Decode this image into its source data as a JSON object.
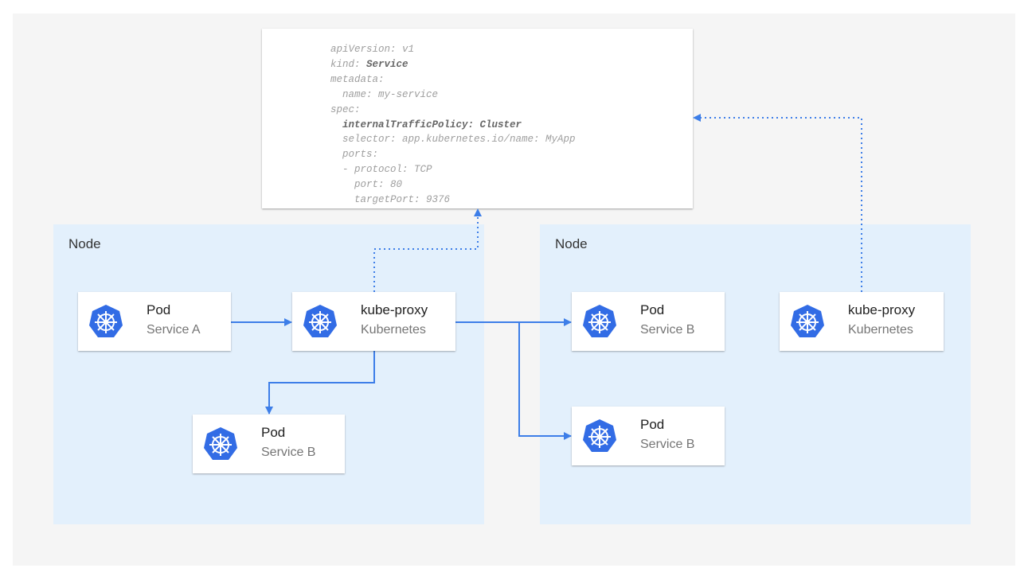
{
  "accent_color": "#3d7ee8",
  "yaml": {
    "lines": [
      {
        "key": "apiVersion:",
        "value": " v1"
      },
      {
        "key": "kind:",
        "value": " Service",
        "bold_value": true
      },
      {
        "key": "metadata:",
        "value": ""
      },
      {
        "key": "  name:",
        "value": " my-service"
      },
      {
        "key": "spec:",
        "value": ""
      },
      {
        "key": "  internalTrafficPolicy: Cluster",
        "value": "",
        "bold": true
      },
      {
        "key": "  selector:",
        "value": " app.kubernetes.io/name: MyApp"
      },
      {
        "key": "  ports:",
        "value": ""
      },
      {
        "key": "  - protocol:",
        "value": " TCP"
      },
      {
        "key": "    port:",
        "value": " 80"
      },
      {
        "key": "    targetPort:",
        "value": " 9376"
      }
    ]
  },
  "nodes": [
    {
      "label": "Node"
    },
    {
      "label": "Node"
    }
  ],
  "cards": [
    {
      "title": "Pod",
      "subtitle": "Service A",
      "icon": "kubernetes-icon"
    },
    {
      "title": "kube-proxy",
      "subtitle": "Kubernetes",
      "icon": "kubernetes-icon"
    },
    {
      "title": "Pod",
      "subtitle": "Service B",
      "icon": "kubernetes-icon"
    },
    {
      "title": "Pod",
      "subtitle": "Service B",
      "icon": "kubernetes-icon"
    },
    {
      "title": "Pod",
      "subtitle": "Service B",
      "icon": "kubernetes-icon"
    },
    {
      "title": "kube-proxy",
      "subtitle": "Kubernetes",
      "icon": "kubernetes-icon"
    }
  ]
}
